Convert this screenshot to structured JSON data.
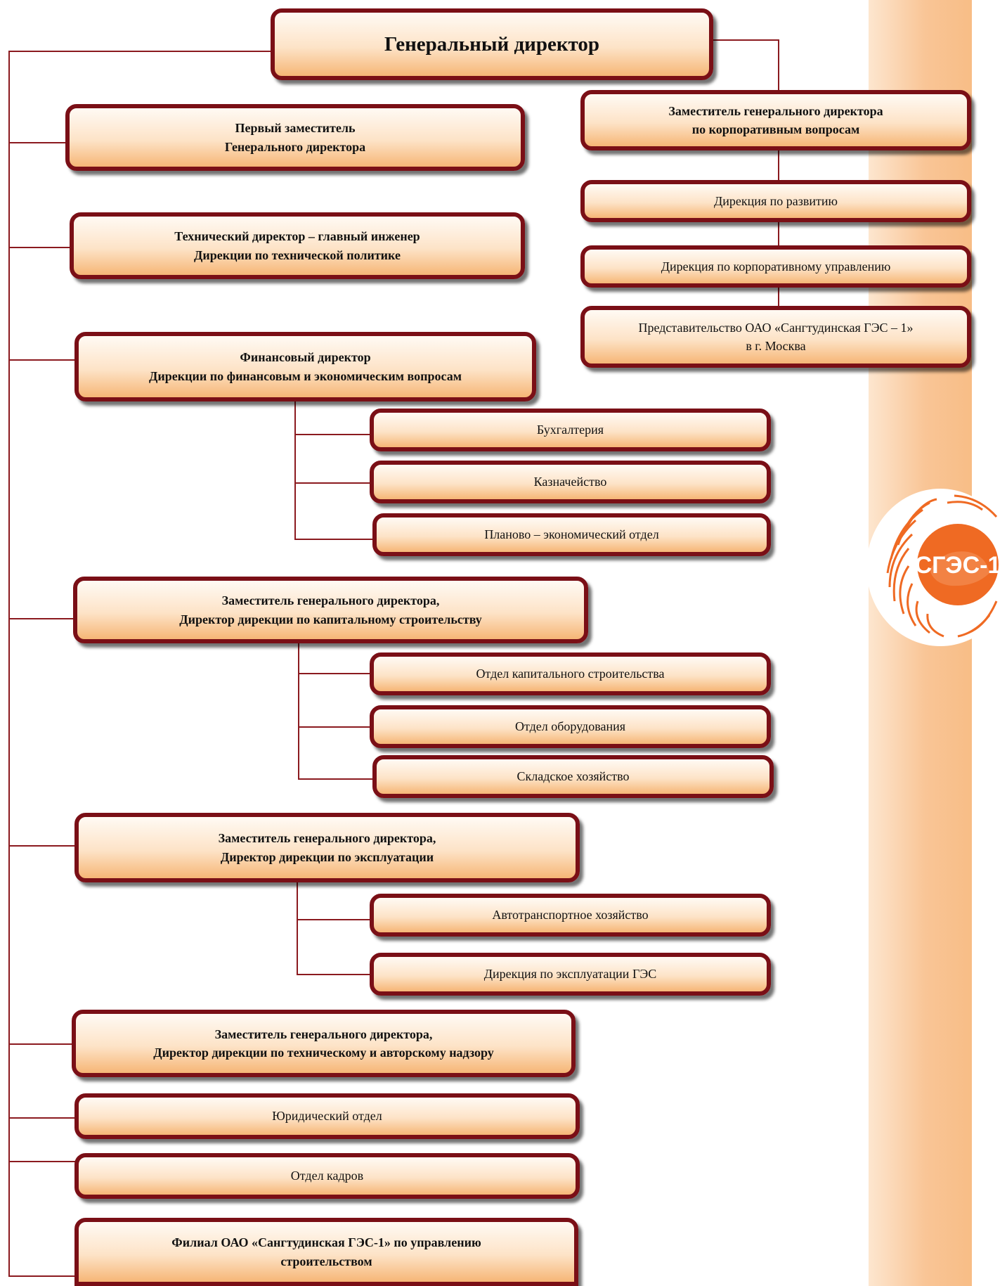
{
  "colors": {
    "border": "#7a0f16",
    "connector": "#8b1a1f",
    "band": "#f8bd86",
    "logo": "#ef6a23"
  },
  "ceo": {
    "lines": [
      "Генеральный директор"
    ]
  },
  "deputy_corporate": {
    "lines": [
      "Заместитель генерального директора",
      "по корпоративным вопросам"
    ]
  },
  "dir_development": {
    "lines": [
      "Дирекция по развитию"
    ]
  },
  "dir_corp_management": {
    "lines": [
      "Дирекция по корпоративному управлению"
    ]
  },
  "moscow_office": {
    "lines": [
      "Представительство ОАО «Сангтудинская ГЭС – 1»",
      "в г. Москва"
    ]
  },
  "first_deputy": {
    "lines": [
      "Первый заместитель",
      "Генерального директора"
    ]
  },
  "technical_director": {
    "lines": [
      "Технический директор – главный инженер",
      "Дирекции по технической политике"
    ]
  },
  "financial_director": {
    "lines": [
      "Финансовый директор",
      "Дирекции по финансовым и экономическим вопросам"
    ]
  },
  "accounting": {
    "lines": [
      "Бухгалтерия"
    ]
  },
  "treasury": {
    "lines": [
      "Казначейство"
    ]
  },
  "planning_dept": {
    "lines": [
      "Планово – экономический отдел"
    ]
  },
  "capital_construction_director": {
    "lines": [
      "Заместитель генерального директора,",
      "Директор дирекции по капитальному строительству"
    ]
  },
  "capital_construction_dept": {
    "lines": [
      "Отдел капитального строительства"
    ]
  },
  "equipment_dept": {
    "lines": [
      "Отдел оборудования"
    ]
  },
  "warehouse": {
    "lines": [
      "Складское хозяйство"
    ]
  },
  "operations_director": {
    "lines": [
      "Заместитель генерального директора,",
      "Директор дирекции по эксплуатации"
    ]
  },
  "motor_transport": {
    "lines": [
      "Автотранспортное хозяйство"
    ]
  },
  "hpp_operations": {
    "lines": [
      "Дирекция по эксплуатации ГЭС"
    ]
  },
  "supervision_director": {
    "lines": [
      "Заместитель генерального директора,",
      "Директор дирекции по техническому и авторскому надзору"
    ]
  },
  "legal_dept": {
    "lines": [
      "Юридический отдел"
    ]
  },
  "hr_dept": {
    "lines": [
      "Отдел кадров"
    ]
  },
  "branch": {
    "lines": [
      "Филиал ОАО «Сангтудинская ГЭС-1» по управлению",
      "строительством"
    ]
  },
  "logo": {
    "text": "СГЭС-1",
    "icon": "sges-sun-logo"
  }
}
